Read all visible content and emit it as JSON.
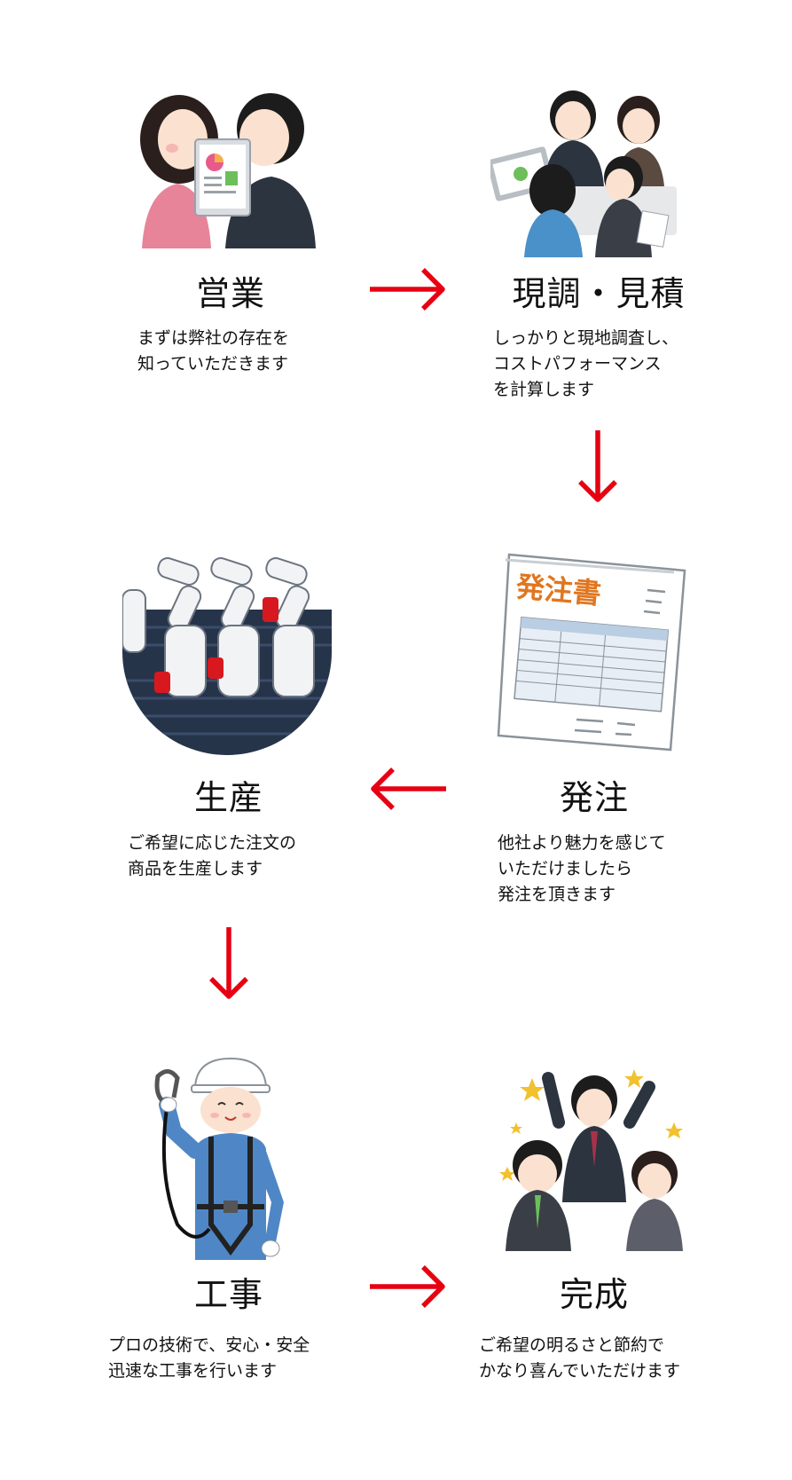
{
  "steps": [
    {
      "id": "sales",
      "title": "営業",
      "desc": [
        "まずは弊社の存在を",
        "知っていただきます"
      ],
      "illustration": "business-meeting-illustration"
    },
    {
      "id": "survey",
      "title": "現調・見積",
      "desc": [
        "しっかりと現地調査し、",
        "コストパフォーマンス",
        "を計算します"
      ],
      "illustration": "team-meeting-illustration"
    },
    {
      "id": "order",
      "title": "発注",
      "desc": [
        "他社より魅力を感じて",
        "いただけましたら",
        "発注を頂きます"
      ],
      "illustration": "purchase-order-document-illustration",
      "document_text": "発注書"
    },
    {
      "id": "production",
      "title": "生産",
      "desc": [
        "ご希望に応じた注文の",
        "商品を生産します"
      ],
      "illustration": "robot-arm-factory-illustration"
    },
    {
      "id": "construction",
      "title": "工事",
      "desc": [
        "プロの技術で、安心・安全",
        "迅速な工事を行います"
      ],
      "illustration": "construction-worker-illustration"
    },
    {
      "id": "completion",
      "title": "完成",
      "desc": [
        "ご希望の明るさと節約で",
        "かなり喜んでいただけます"
      ],
      "illustration": "celebrating-team-illustration"
    }
  ],
  "colors": {
    "arrow": "#e60012",
    "text": "#111111"
  }
}
